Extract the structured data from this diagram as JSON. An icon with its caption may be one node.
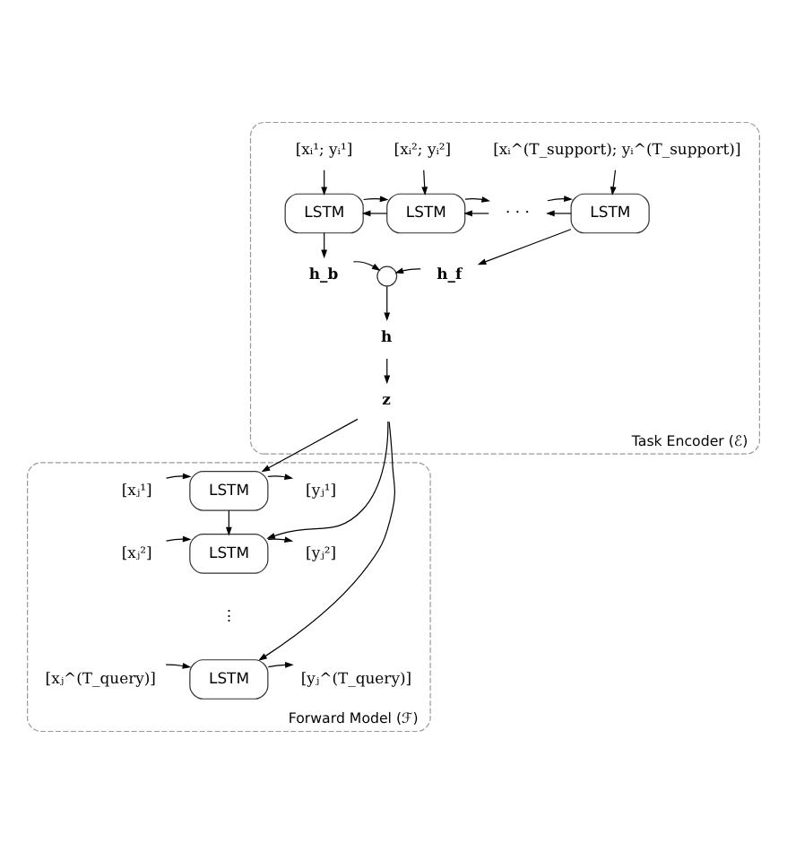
{
  "diagram": {
    "nodes": [
      {
        "text": [
          "Task Encoder (ℰ)"
        ]
      },
      {
        "text": [
          "[xᵢ¹; yᵢ¹]"
        ],
        "in": 0
      },
      {
        "text": [
          "[xᵢ²; yᵢ²]"
        ],
        "in": 0
      },
      {
        "text": [
          "[xᵢ^(T_support); yᵢ^(T_support)]"
        ],
        "in": 0
      },
      {
        "text": [
          "LSTM"
        ],
        "in": 0
      },
      {
        "text": [
          "LSTM"
        ],
        "in": 0
      },
      {
        "text": [
          "· · ·"
        ],
        "in": 0
      },
      {
        "text": [
          "LSTM"
        ],
        "in": 0
      },
      {
        "text": [
          "h_b"
        ],
        "in": 0
      },
      {
        "text": [],
        "shape": "circle",
        "in": 0
      },
      {
        "text": [
          "h_f"
        ],
        "in": 0
      },
      {
        "text": [
          "h"
        ],
        "in": 0
      },
      {
        "text": [
          "z"
        ],
        "in": 0
      },
      {
        "text": [
          "Forward Model (ℱ)"
        ]
      },
      {
        "text": [
          "[xⱼ¹]"
        ],
        "in": 13
      },
      {
        "text": [
          "LSTM"
        ],
        "in": 13
      },
      {
        "text": [
          "[yⱼ¹]"
        ],
        "in": 13
      },
      {
        "text": [
          "[xⱼ²]"
        ],
        "in": 13
      },
      {
        "text": [
          "LSTM"
        ],
        "in": 13
      },
      {
        "text": [
          "[yⱼ²]"
        ],
        "in": 13
      },
      {
        "text": [
          "[xⱼ^(T_query)]"
        ],
        "in": 13
      },
      {
        "text": [
          "LSTM"
        ],
        "in": 13
      },
      {
        "text": [
          "[yⱼ^(T_query)]"
        ],
        "in": 13
      }
    ],
    "edges": [
      {
        "from": 1,
        "to": 4,
        "arrow": "to"
      },
      {
        "from": 2,
        "to": 5,
        "arrow": "to"
      },
      {
        "from": 3,
        "to": 7,
        "arrow": "to"
      },
      {
        "from": 5,
        "to": 4,
        "arrow": "to"
      },
      {
        "from": 4,
        "to": 5,
        "arrow": "to"
      },
      {
        "from": 6,
        "to": 5,
        "arrow": "to"
      },
      {
        "from": 5,
        "to": 6,
        "arrow": "to"
      },
      {
        "from": 7,
        "to": 6,
        "arrow": "to"
      },
      {
        "from": 6,
        "to": 7,
        "arrow": "to"
      },
      {
        "from": 4,
        "to": 8,
        "arrow": "to"
      },
      {
        "from": 7,
        "to": 10,
        "arrow": "to"
      },
      {
        "from": 8,
        "to": 9,
        "arrow": "to"
      },
      {
        "from": 10,
        "to": 9,
        "arrow": "to"
      },
      {
        "from": 9,
        "to": 11,
        "arrow": "to"
      },
      {
        "from": 11,
        "to": 12,
        "arrow": "to"
      },
      {
        "from": 12,
        "to": 15,
        "arrow": "to"
      },
      {
        "from": 12,
        "to": 18,
        "arrow": "to"
      },
      {
        "from": 12,
        "to": 21,
        "arrow": "to"
      },
      {
        "from": 14,
        "to": 15,
        "arrow": "to"
      },
      {
        "from": 15,
        "to": 16,
        "arrow": "to"
      },
      {
        "from": 15,
        "to": 18,
        "arrow": "to"
      },
      {
        "from": 17,
        "to": 18,
        "arrow": "to"
      },
      {
        "from": 18,
        "to": 19,
        "arrow": "to"
      },
      {
        "from": 20,
        "to": 21,
        "arrow": "to"
      },
      {
        "from": 21,
        "to": 22,
        "arrow": "to"
      }
    ],
    "labels": [
      "⋮"
    ]
  }
}
